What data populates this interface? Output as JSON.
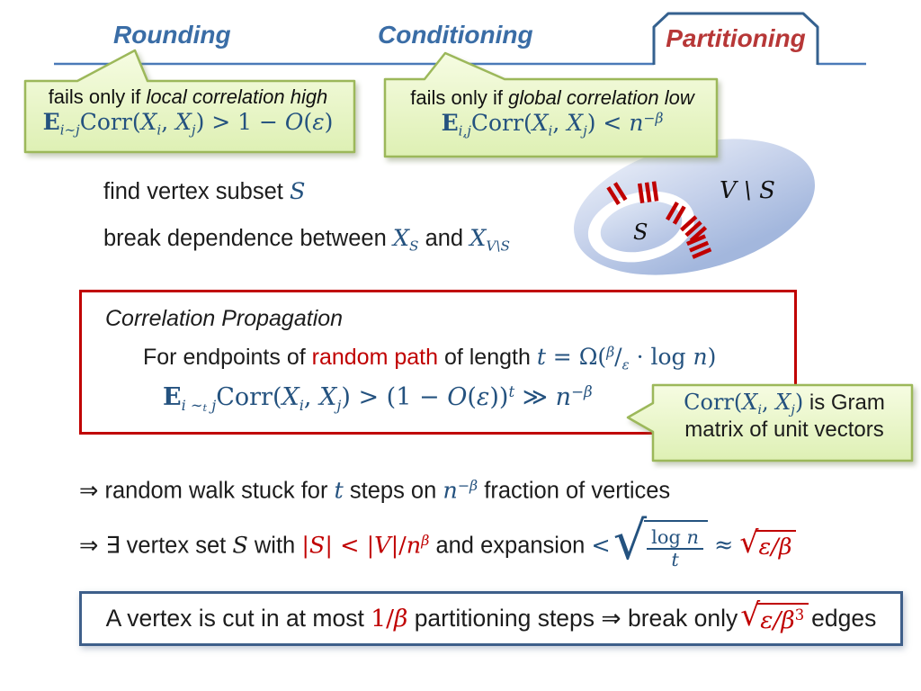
{
  "colors": {
    "timeline_blue": "#4a7ab8",
    "tab_outline_blue": "#35618f",
    "tab_text_blue": "#3a6da6",
    "partitioning_red": "#b73737",
    "math_blue": "#24527f",
    "accent_red": "#c00000",
    "callout_border_green": "#9cb85a",
    "callout_fill_green": "#e9f6c4",
    "conclusion_border_blue": "#3e5f8a",
    "ellipse_blue": "#b3c3e2"
  },
  "header": {
    "tab_rounding": "Rounding",
    "tab_conditioning": "Conditioning",
    "tab_partitioning": "Partitioning"
  },
  "callout_local": {
    "line1": [
      {
        "t": "fails only if "
      },
      {
        "t": "local correlation high",
        "c": "it"
      }
    ],
    "formula": [
      {
        "t": "E",
        "c": "ms b"
      },
      {
        "t": "i∼j",
        "c": "ms it sub"
      },
      {
        "t": "Corr",
        "c": "ms"
      },
      {
        "t": "(",
        "c": "ms"
      },
      {
        "t": "X",
        "c": "ms it"
      },
      {
        "t": "i",
        "c": "ms it sub"
      },
      {
        "t": ", ",
        "c": "ms"
      },
      {
        "t": "X",
        "c": "ms it"
      },
      {
        "t": "j",
        "c": "ms it sub"
      },
      {
        "t": ") > 1 − ",
        "c": "ms"
      },
      {
        "t": "O",
        "c": "ms it"
      },
      {
        "t": "(",
        "c": "ms"
      },
      {
        "t": "ε",
        "c": "ms it"
      },
      {
        "t": ")",
        "c": "ms"
      }
    ]
  },
  "callout_global": {
    "line1": [
      {
        "t": "fails only if "
      },
      {
        "t": "global correlation low",
        "c": "it"
      }
    ],
    "formula": [
      {
        "t": "E",
        "c": "ms b"
      },
      {
        "t": "i,j",
        "c": "ms it sub"
      },
      {
        "t": "Corr",
        "c": "ms"
      },
      {
        "t": "(",
        "c": "ms"
      },
      {
        "t": "X",
        "c": "ms it"
      },
      {
        "t": "i",
        "c": "ms it sub"
      },
      {
        "t": ", ",
        "c": "ms"
      },
      {
        "t": "X",
        "c": "ms it"
      },
      {
        "t": "j",
        "c": "ms it sub"
      },
      {
        "t": ") < ",
        "c": "ms"
      },
      {
        "t": "n",
        "c": "ms it"
      },
      {
        "t": "−β",
        "c": "ms it sup"
      }
    ]
  },
  "body_lines": {
    "find_line": [
      {
        "t": "find vertex subset "
      },
      {
        "t": "S",
        "c": "ms it c-blue"
      }
    ],
    "break_line": [
      {
        "t": "break dependence between "
      },
      {
        "t": "X",
        "c": "ms it c-blue"
      },
      {
        "t": "S",
        "c": "ms it c-blue sub"
      },
      {
        "t": " and "
      },
      {
        "t": "X",
        "c": "ms it c-blue"
      },
      {
        "t": "V\\S",
        "c": "ms it c-blue sub"
      }
    ]
  },
  "diagram": {
    "outer_label": "V \\ S",
    "inner_label": "S"
  },
  "propagation_box": {
    "title": "Correlation Propagation",
    "line1": [
      {
        "t": "For endpoints of "
      },
      {
        "t": "random path",
        "c": "c-red"
      },
      {
        "t": " of length "
      },
      {
        "t": "t",
        "c": "ms it c-blue"
      },
      {
        "t": " = Ω(",
        "c": "ms c-blue"
      },
      {
        "t": "β",
        "c": "ms it c-blue sup"
      },
      {
        "t": "/",
        "c": "ms c-blue"
      },
      {
        "t": "ε",
        "c": "ms it c-blue sub"
      },
      {
        "t": " · log ",
        "c": "ms c-blue"
      },
      {
        "t": "n",
        "c": "ms it c-blue"
      },
      {
        "t": ")",
        "c": "ms c-blue"
      }
    ],
    "line2": [
      {
        "t": "E",
        "c": "ms b c-blue"
      },
      {
        "t": "i ∼",
        "c": "ms it c-blue sub"
      },
      {
        "t": "t",
        "c": "ms it c-blue ssub"
      },
      {
        "t": " j",
        "c": "ms it c-blue sub"
      },
      {
        "t": "Corr",
        "c": "ms c-blue"
      },
      {
        "t": "(",
        "c": "ms c-blue"
      },
      {
        "t": "X",
        "c": "ms it c-blue"
      },
      {
        "t": "i",
        "c": "ms it c-blue sub"
      },
      {
        "t": ", ",
        "c": "ms c-blue"
      },
      {
        "t": "X",
        "c": "ms it c-blue"
      },
      {
        "t": "j",
        "c": "ms it c-blue sub"
      },
      {
        "t": ") > (1 − ",
        "c": "ms c-blue"
      },
      {
        "t": "O",
        "c": "ms it c-blue"
      },
      {
        "t": "(",
        "c": "ms c-blue"
      },
      {
        "t": "ε",
        "c": "ms it c-blue"
      },
      {
        "t": "))",
        "c": "ms c-blue"
      },
      {
        "t": "t",
        "c": "ms it c-blue sup"
      },
      {
        "t": " ≫ ",
        "c": "ms c-blue"
      },
      {
        "t": "n",
        "c": "ms it c-blue"
      },
      {
        "t": "−β",
        "c": "ms it c-blue sup"
      }
    ]
  },
  "gram_callout": {
    "line1": [
      {
        "t": "Corr",
        "c": "ms c-blue"
      },
      {
        "t": "(",
        "c": "ms c-blue"
      },
      {
        "t": "X",
        "c": "ms it c-blue"
      },
      {
        "t": "i",
        "c": "ms it c-blue sub"
      },
      {
        "t": ", ",
        "c": "ms c-blue"
      },
      {
        "t": "X",
        "c": "ms it c-blue"
      },
      {
        "t": "j",
        "c": "ms it c-blue sub"
      },
      {
        "t": ")",
        "c": "ms c-blue"
      },
      {
        "t": " is Gram"
      }
    ],
    "line2": "matrix of unit vectors"
  },
  "implication1": [
    {
      "t": "⇒",
      "c": "sym"
    },
    {
      "t": " random walk stuck for "
    },
    {
      "t": "t",
      "c": "ms it c-blue"
    },
    {
      "t": " steps on "
    },
    {
      "t": "n",
      "c": "ms it c-blue"
    },
    {
      "t": "−β",
      "c": "ms it c-blue sup"
    },
    {
      "t": " fraction of vertices"
    }
  ],
  "implication2": {
    "pre": [
      {
        "t": "⇒ ∃",
        "c": "sym"
      },
      {
        "t": " vertex set "
      },
      {
        "t": "S",
        "c": "ms it"
      },
      {
        "t": " with "
      },
      {
        "t": "|",
        "c": "ms c-red"
      },
      {
        "t": "S",
        "c": "ms it c-red"
      },
      {
        "t": "| < |",
        "c": "ms c-red"
      },
      {
        "t": "V",
        "c": "ms it c-red"
      },
      {
        "t": "|/",
        "c": "ms c-red"
      },
      {
        "t": "n",
        "c": "ms it c-red"
      },
      {
        "t": "β",
        "c": "ms it c-red sup"
      },
      {
        "t": " and expansion "
      },
      {
        "t": "<",
        "c": "ms c-blue"
      }
    ],
    "sqrt1_num": [
      {
        "t": "log ",
        "c": "ms"
      },
      {
        "t": "n",
        "c": "ms it"
      }
    ],
    "sqrt1_den": [
      {
        "t": "t",
        "c": "ms it"
      }
    ],
    "approx": [
      {
        "t": "≈",
        "c": "ms c-blue"
      }
    ],
    "sqrt2": [
      {
        "t": "ε/β",
        "c": "ms it"
      }
    ]
  },
  "conclusion": {
    "pre": [
      {
        "t": "A vertex is cut in at most "
      },
      {
        "t": "1/",
        "c": "ms c-red"
      },
      {
        "t": "β",
        "c": "ms it c-red"
      },
      {
        "t": " partitioning steps "
      },
      {
        "t": "⇒",
        "c": "sym"
      },
      {
        "t": " break only"
      }
    ],
    "sqrt": [
      {
        "t": "ε/β",
        "c": "ms it"
      },
      {
        "t": "3",
        "c": "ms sup"
      }
    ],
    "post": " edges"
  }
}
